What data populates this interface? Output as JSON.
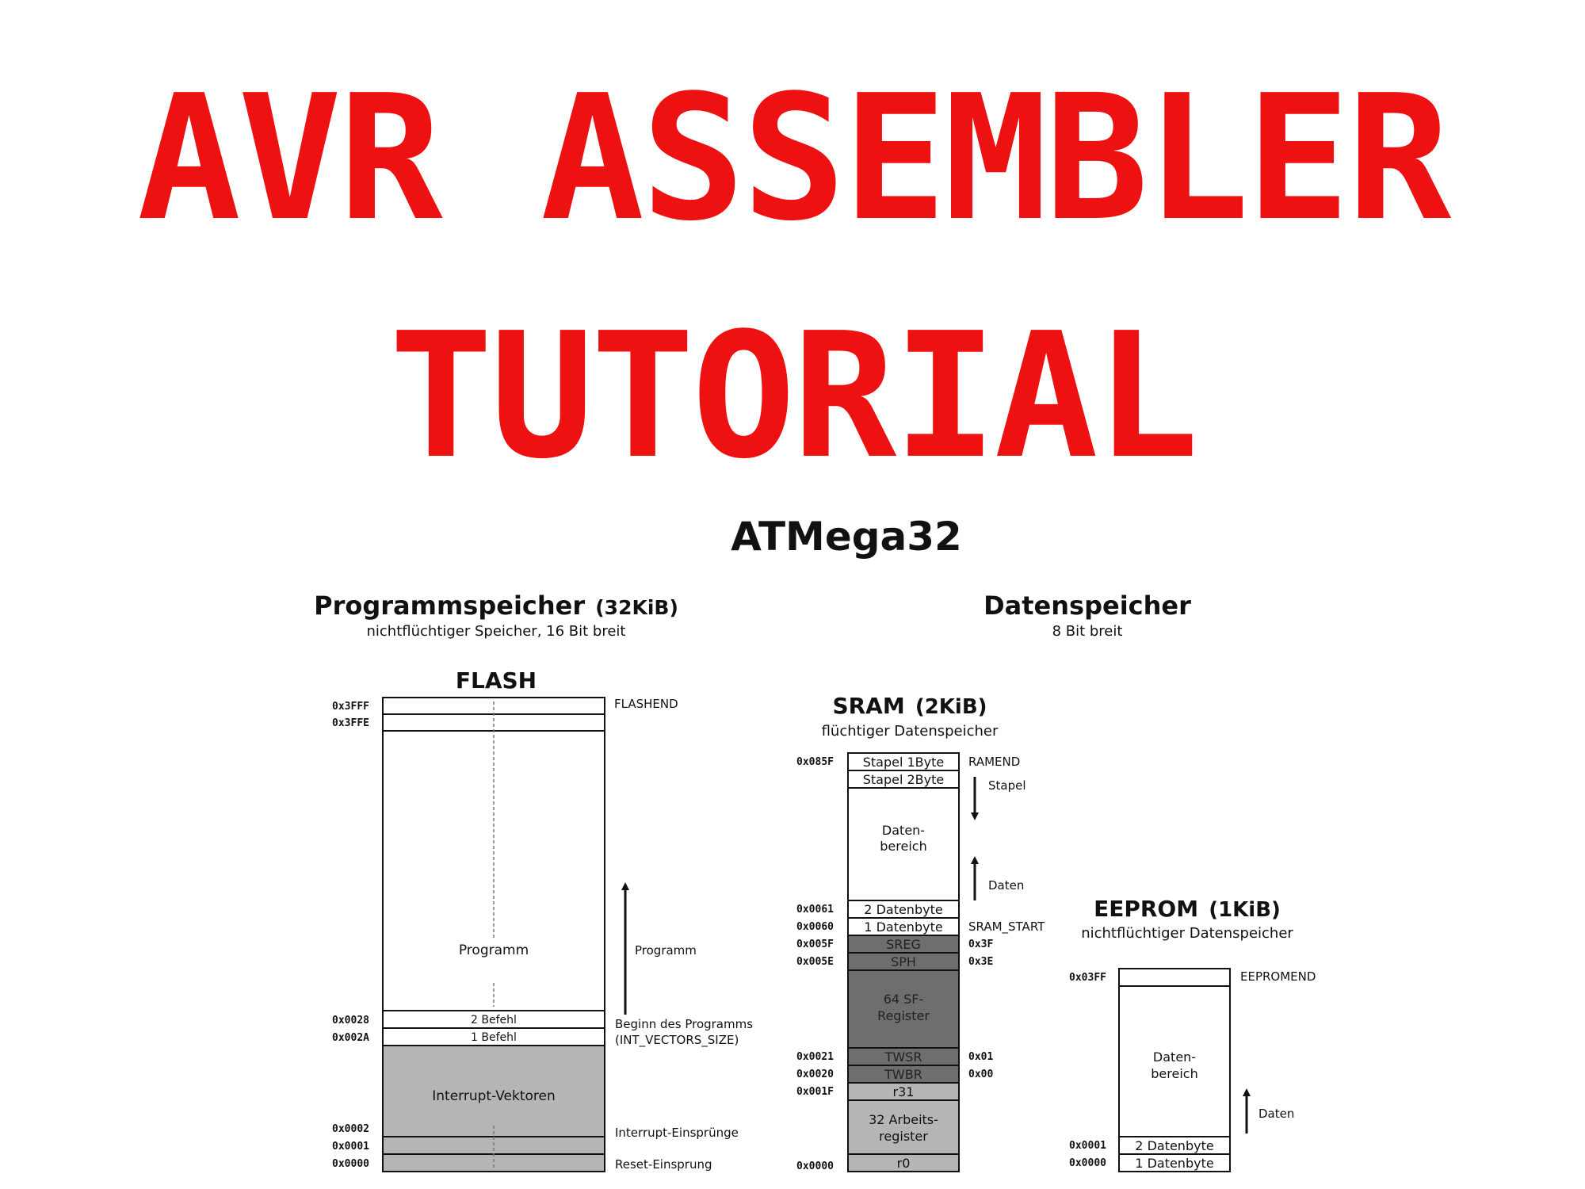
{
  "title": {
    "line1": "AVR ASSEMBLER",
    "line2": "TUTORIAL"
  },
  "diagram": {
    "chip": "ATMega32",
    "prog_header": {
      "title": "Programmspeicher",
      "size": "(32KiB)",
      "subtitle": "nichtflüchtiger Speicher, 16 Bit breit"
    },
    "data_header": {
      "title": "Datenspeicher",
      "subtitle": "8 Bit breit"
    },
    "flash": {
      "title": "FLASH",
      "cells": {
        "top": "",
        "prog": "Programm",
        "befehl2": "2 Befehl",
        "befehl1": "1 Befehl",
        "ivec": "Interrupt-Vektoren"
      },
      "addresses": {
        "top": "0x3FFF",
        "top2": "0x3FFE",
        "a28": "0x0028",
        "a2a": "0x002A",
        "a02": "0x0002",
        "a01": "0x0001",
        "a00": "0x0000"
      },
      "right_labels": {
        "flashend": "FLASHEND",
        "programm": "Programm",
        "beginn": "Beginn des Programms",
        "intvec": "(INT_VECTORS_SIZE)",
        "einspr": "Interrupt-Einsprünge",
        "reset": "Reset-Einsprung"
      }
    },
    "sram": {
      "title": "SRAM",
      "size": "(2KiB)",
      "subtitle": "flüchtiger Datenspeicher",
      "cells": {
        "stapel1": "Stapel 1Byte",
        "stapel2": "Stapel 2Byte",
        "datenbereich1": "Daten-",
        "datenbereich2": "bereich",
        "db2": "2 Datenbyte",
        "db1": "1 Datenbyte",
        "sreg": "SREG",
        "sph": "SPH",
        "sf1": "64 SF-",
        "sf2": "Register",
        "twsr": "TWSR",
        "twbr": "TWBR",
        "r31": "r31",
        "arb1": "32 Arbeits-",
        "arb2": "register",
        "r0": "r0"
      },
      "addresses": {
        "a85f": "0x085F",
        "a61": "0x0061",
        "a60": "0x0060",
        "a5f": "0x005F",
        "a5e": "0x005E",
        "a21": "0x0021",
        "a20": "0x0020",
        "a1f": "0x001F",
        "a00": "0x0000"
      },
      "right_labels": {
        "ramend": "RAMEND",
        "stapel": "Stapel",
        "daten": "Daten",
        "sram_start": "SRAM_START",
        "x3f": "0x3F",
        "x3e": "0x3E",
        "x01": "0x01",
        "x00": "0x00"
      }
    },
    "eeprom": {
      "title": "EEPROM",
      "size": "(1KiB)",
      "subtitle": "nichtflüchtiger Datenspeicher",
      "cells": {
        "datenbereich1": "Daten-",
        "datenbereich2": "bereich",
        "db2": "2 Datenbyte",
        "db1": "1 Datenbyte"
      },
      "addresses": {
        "a3ff": "0x03FF",
        "a01": "0x0001",
        "a00": "0x0000"
      },
      "right_labels": {
        "eepromend": "EEPROMEND",
        "daten": "Daten"
      }
    },
    "colors": {
      "title": "#ee1111",
      "gray_light": "#b5b5b5",
      "gray_dark": "#6e6e6e",
      "gray_mid": "#8a8a8a"
    }
  }
}
